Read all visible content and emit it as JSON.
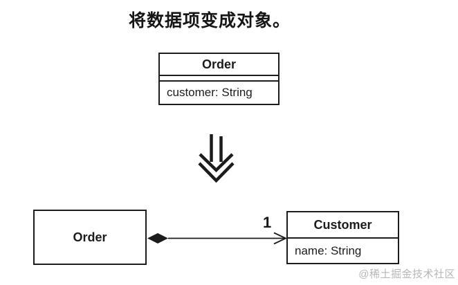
{
  "title": "将数据项变成对象。",
  "before": {
    "class": {
      "name": "Order",
      "attribute": "customer: String"
    }
  },
  "transform": {
    "icon": "double-chevron-down-arrow"
  },
  "after": {
    "order_class": {
      "name": "Order"
    },
    "association": {
      "type": "composition",
      "multiplicity": "1",
      "source_icon": "filled-diamond",
      "target_icon": "open-arrowhead-right"
    },
    "customer_class": {
      "name": "Customer",
      "attribute": "name: String"
    }
  },
  "watermark": "@稀土掘金技术社区",
  "colors": {
    "ink": "#1c1c1c",
    "background": "#ffffff",
    "watermark": "#b7b7b7"
  }
}
